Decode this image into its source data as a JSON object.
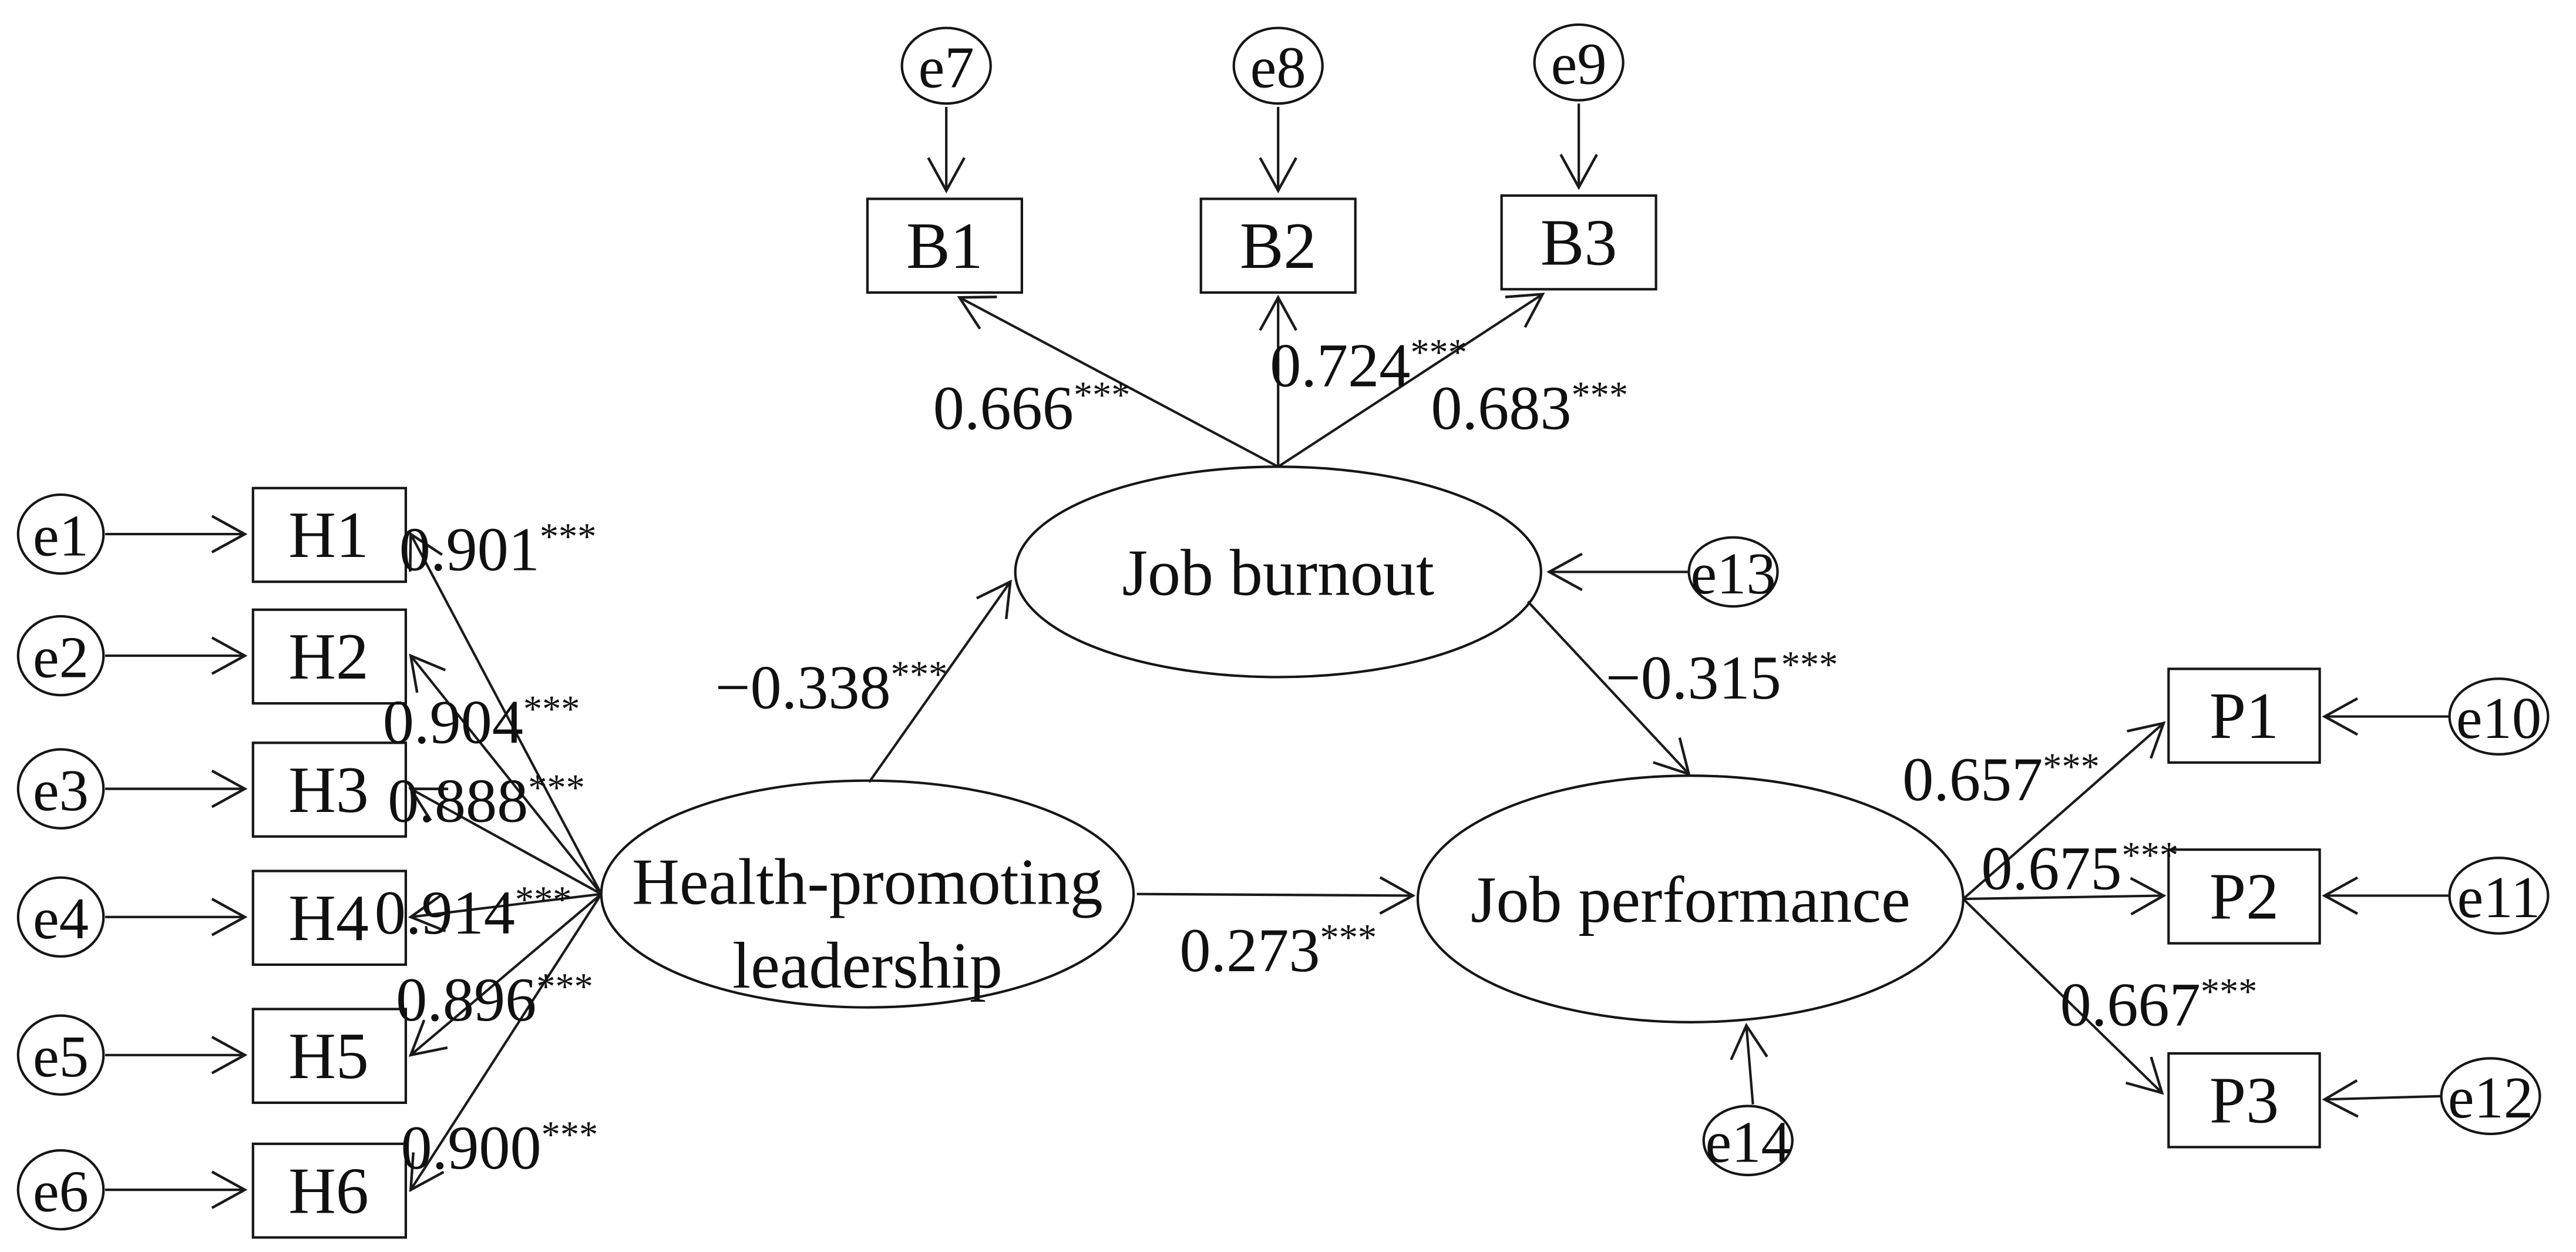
{
  "figure": {
    "type": "structural-equation-model-path-diagram",
    "latent": {
      "hpl": {
        "line1": "Health-promoting",
        "line2": "leadership"
      },
      "burnout": {
        "label": "Job burnout",
        "error": "e13"
      },
      "performance": {
        "label": "Job performance",
        "error": "e14"
      }
    },
    "observed": {
      "h": [
        {
          "box": "H1",
          "error": "e1",
          "loading": "0.901",
          "sig": "***"
        },
        {
          "box": "H2",
          "error": "e2",
          "loading": "0.904",
          "sig": "***"
        },
        {
          "box": "H3",
          "error": "e3",
          "loading": "0.888",
          "sig": "***"
        },
        {
          "box": "H4",
          "error": "e4",
          "loading": "0.914",
          "sig": "***"
        },
        {
          "box": "H5",
          "error": "e5",
          "loading": "0.896",
          "sig": "***"
        },
        {
          "box": "H6",
          "error": "e6",
          "loading": "0.900",
          "sig": "***"
        }
      ],
      "b": [
        {
          "box": "B1",
          "error": "e7",
          "loading": "0.666",
          "sig": "***"
        },
        {
          "box": "B2",
          "error": "e8",
          "loading": "0.724",
          "sig": "***"
        },
        {
          "box": "B3",
          "error": "e9",
          "loading": "0.683",
          "sig": "***"
        }
      ],
      "p": [
        {
          "box": "P1",
          "error": "e10",
          "loading": "0.657",
          "sig": "***"
        },
        {
          "box": "P2",
          "error": "e11",
          "loading": "0.675",
          "sig": "***"
        },
        {
          "box": "P3",
          "error": "e12",
          "loading": "0.667",
          "sig": "***"
        }
      ]
    },
    "structural_paths": [
      {
        "from": "Health-promoting leadership",
        "to": "Job burnout",
        "coef": "−0.338",
        "sig": "***"
      },
      {
        "from": "Job burnout",
        "to": "Job performance",
        "coef": "−0.315",
        "sig": "***"
      },
      {
        "from": "Health-promoting leadership",
        "to": "Job performance",
        "coef": "0.273",
        "sig": "***"
      }
    ]
  }
}
